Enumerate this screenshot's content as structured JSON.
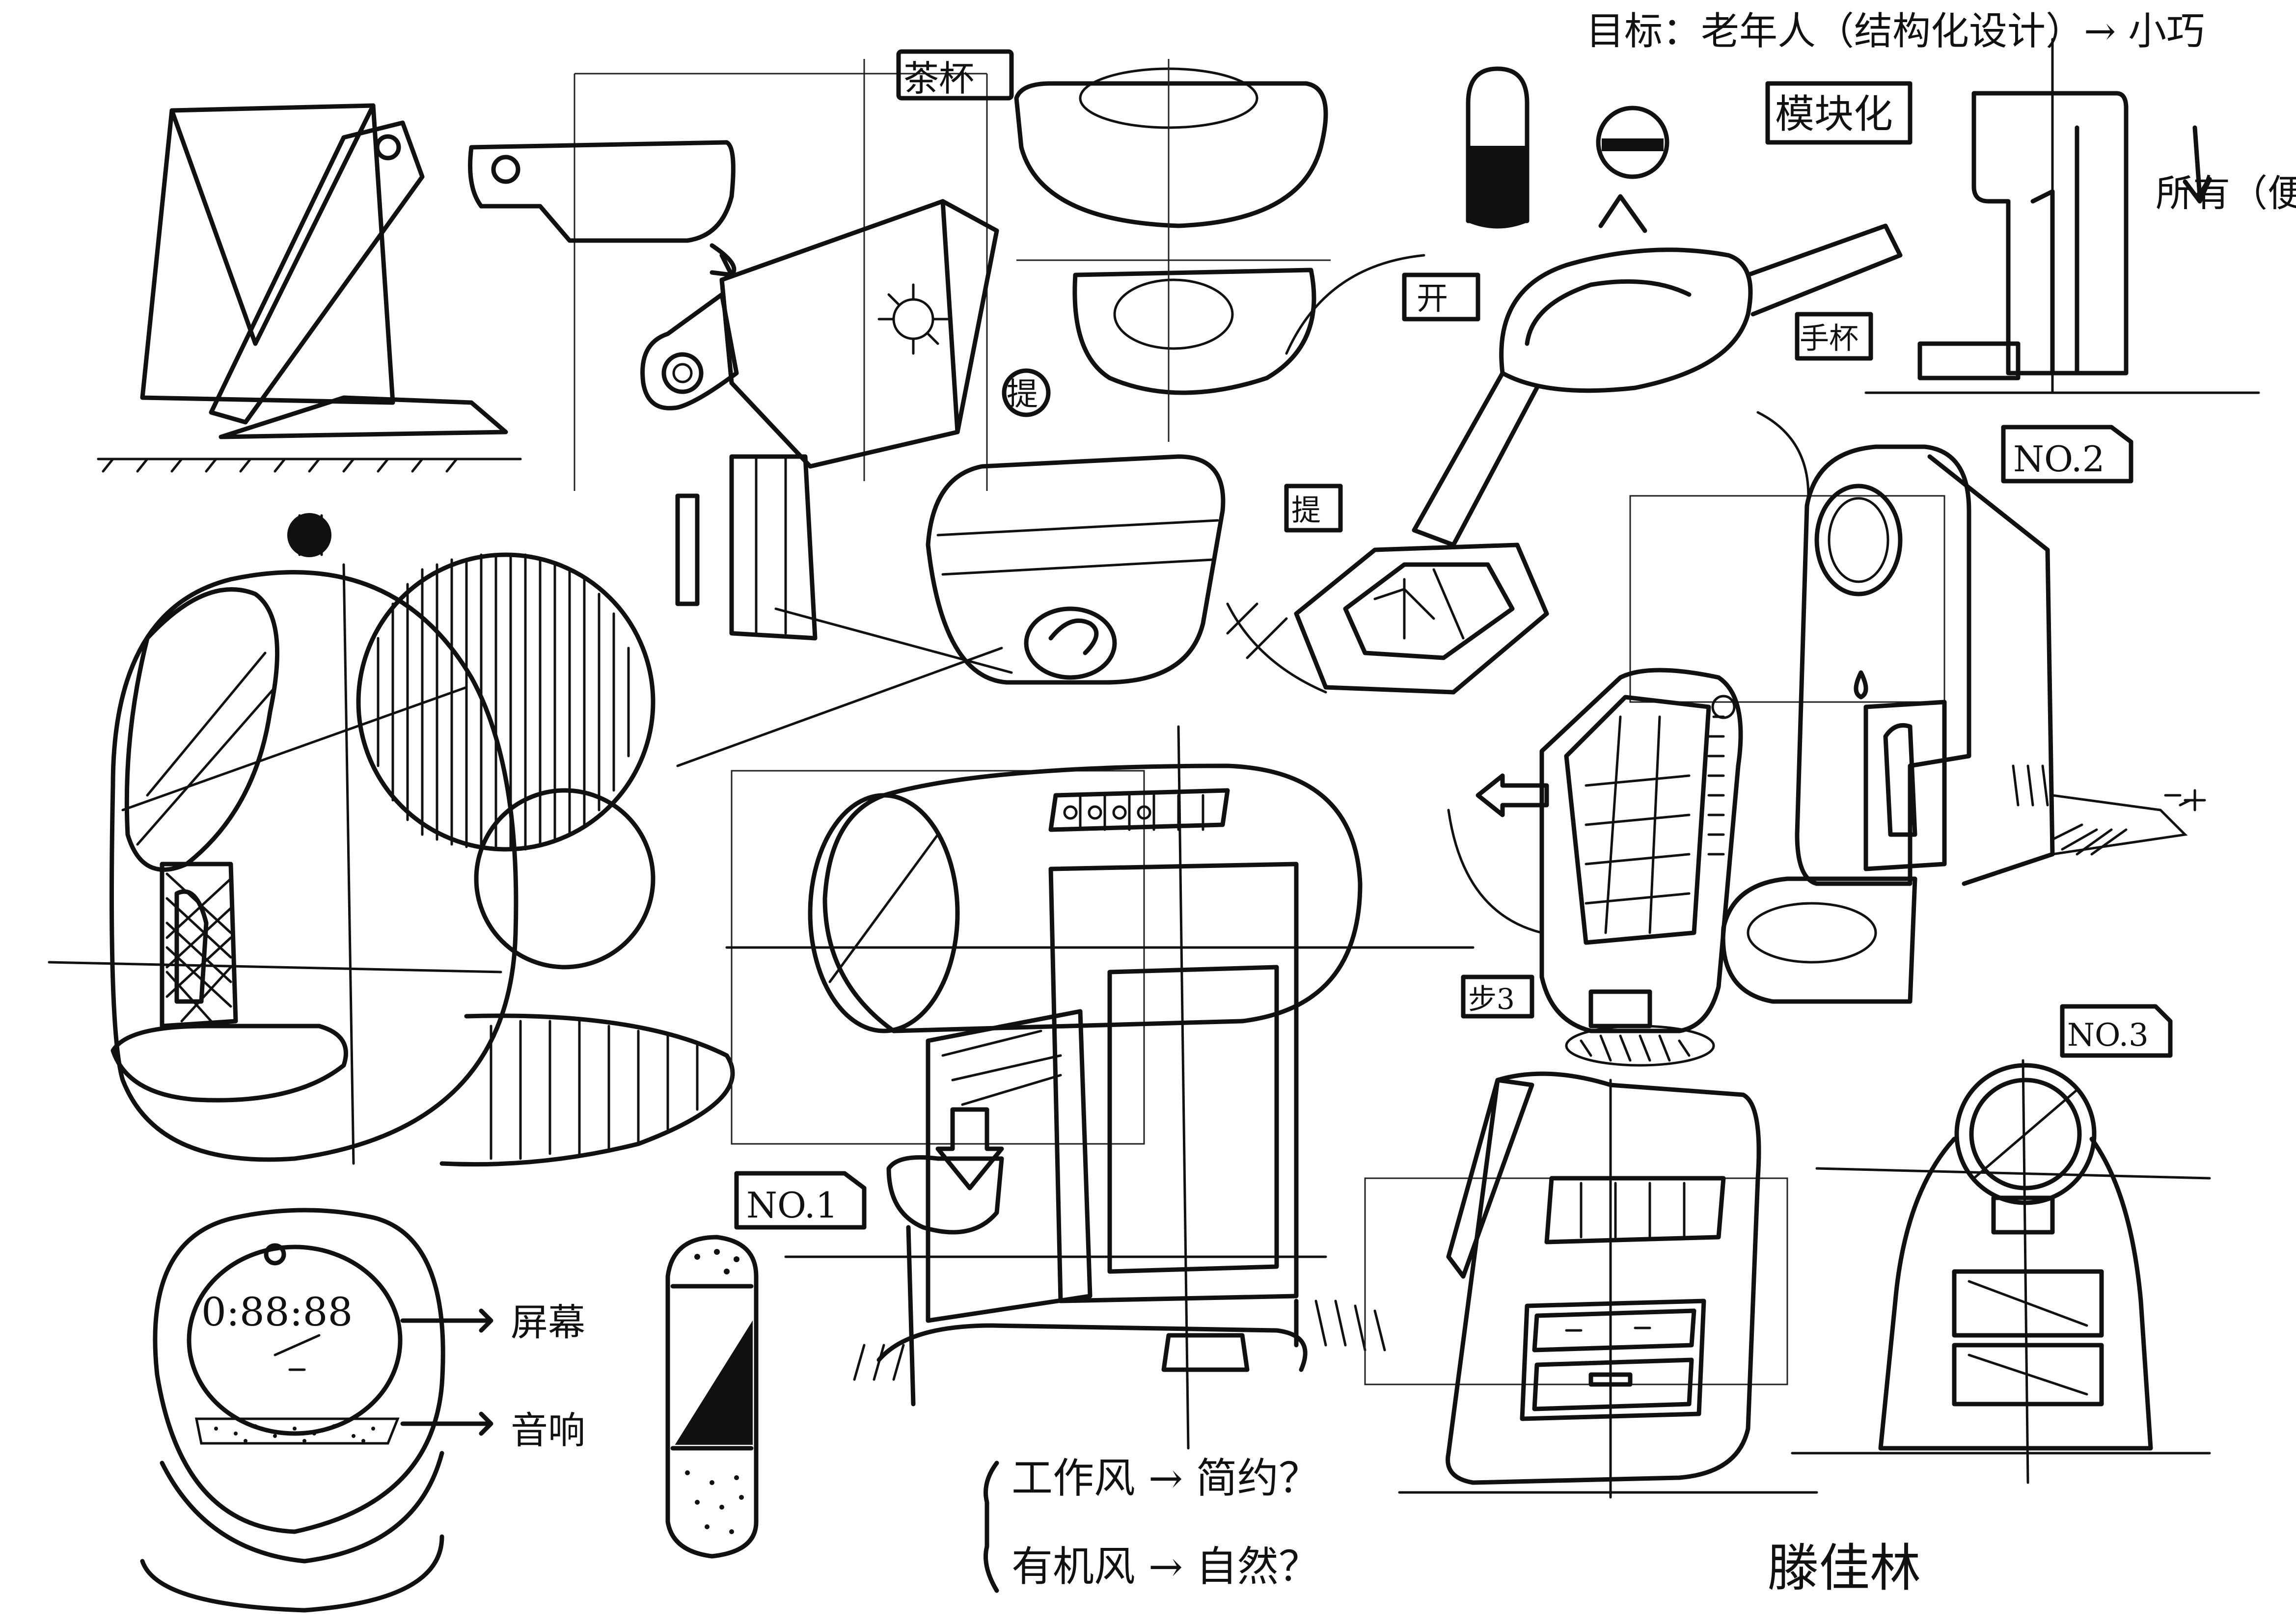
{
  "annotations": {
    "top_right_note": "目标：老年人（结构化设计）→ 小巧",
    "mold_label": "模块化",
    "arrow_note": "所有（便携）",
    "label_a": "茶杯",
    "label_b": "提",
    "label_c": "开",
    "label_d": "手杯",
    "label_e": "提",
    "label_f": "步3",
    "speaker_label": "屏幕",
    "sound_label": "音响",
    "style_note_1": "工作风 → 简约？",
    "style_note_2": "有机风 → 自然？",
    "signature": "滕佳林"
  },
  "concepts": {
    "no1": "NO.1",
    "no2": "NO.2",
    "no3": "NO.3"
  },
  "display": {
    "digits": "0:88:88"
  }
}
